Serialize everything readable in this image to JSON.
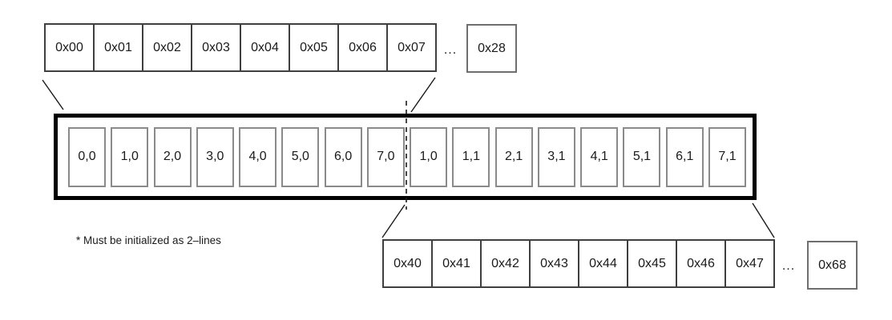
{
  "top_row": {
    "cells": [
      "0x00",
      "0x01",
      "0x02",
      "0x03",
      "0x04",
      "0x05",
      "0x06",
      "0x07"
    ],
    "ellipsis": "...",
    "tail_cell": "0x28"
  },
  "buffer_box": {
    "cells": [
      "0,0",
      "1,0",
      "2,0",
      "3,0",
      "4,0",
      "5,0",
      "6,0",
      "7,0",
      "1,0",
      "1,1",
      "2,1",
      "3,1",
      "4,1",
      "5,1",
      "6,1",
      "7,1"
    ]
  },
  "bottom_row": {
    "cells": [
      "0x40",
      "0x41",
      "0x42",
      "0x43",
      "0x44",
      "0x45",
      "0x46",
      "0x47"
    ],
    "ellipsis": "...",
    "tail_cell": "0x68"
  },
  "note": {
    "text": "* Must be initialized as 2–lines"
  },
  "colors": {
    "background": "#ffffff",
    "buffer_box_border": "#000000",
    "strip_cell_border": "#3f3f3f",
    "tail_cell_border": "#6e6e6e",
    "buffer_cell_border": "#8a8a8a",
    "line_color": "#1a1a1a",
    "text": "#1a1a1a"
  }
}
